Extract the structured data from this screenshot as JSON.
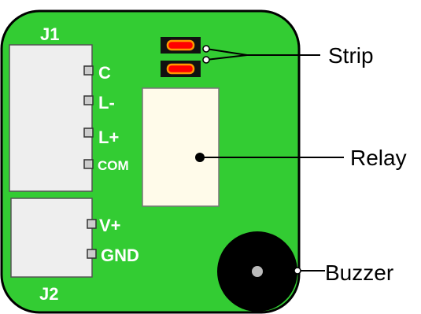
{
  "colors": {
    "board": "#33cc33",
    "board_outline": "#000000",
    "connector": "#eeeeee",
    "relay": "#fffbea",
    "strip_red": "#ff0000",
    "strip_orange": "#ff9900",
    "pin_pad": "#cccccc",
    "buzzer": "#000000",
    "buzzer_center": "#bbbbbb",
    "board_text": "#ffffff",
    "callout_text": "#000000"
  },
  "board": {
    "connector_top_label": "J1",
    "connector_bottom_label": "J2"
  },
  "j1_pins": [
    "C",
    "L-",
    "L+",
    "COM"
  ],
  "j2_pins": [
    "V+",
    "GND"
  ],
  "callouts": {
    "strip": "Strip",
    "relay": "Relay",
    "buzzer": "Buzzer"
  }
}
